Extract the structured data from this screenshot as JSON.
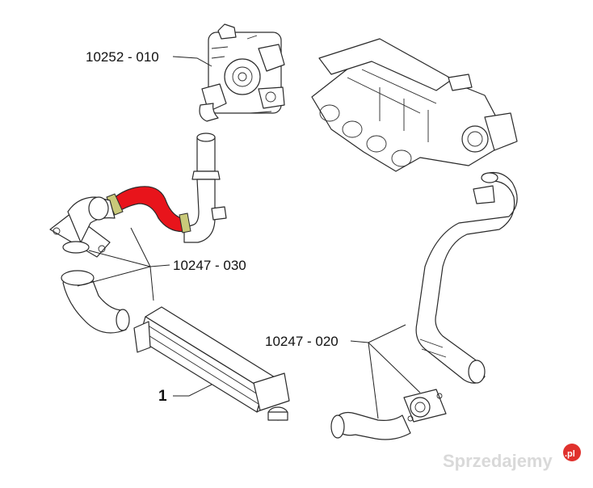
{
  "labels": {
    "turbo": "10252 - 010",
    "upper_hoses": "10247 - 030",
    "lower_hoses": "10247 - 020",
    "intercooler": "1"
  },
  "colors": {
    "highlight_hose": "#e8141b",
    "clamp_ring": "#c9c97a",
    "line": "#2a2a2a"
  },
  "watermark": {
    "text": "Sprzedajemy",
    "suffix": ".pl"
  }
}
